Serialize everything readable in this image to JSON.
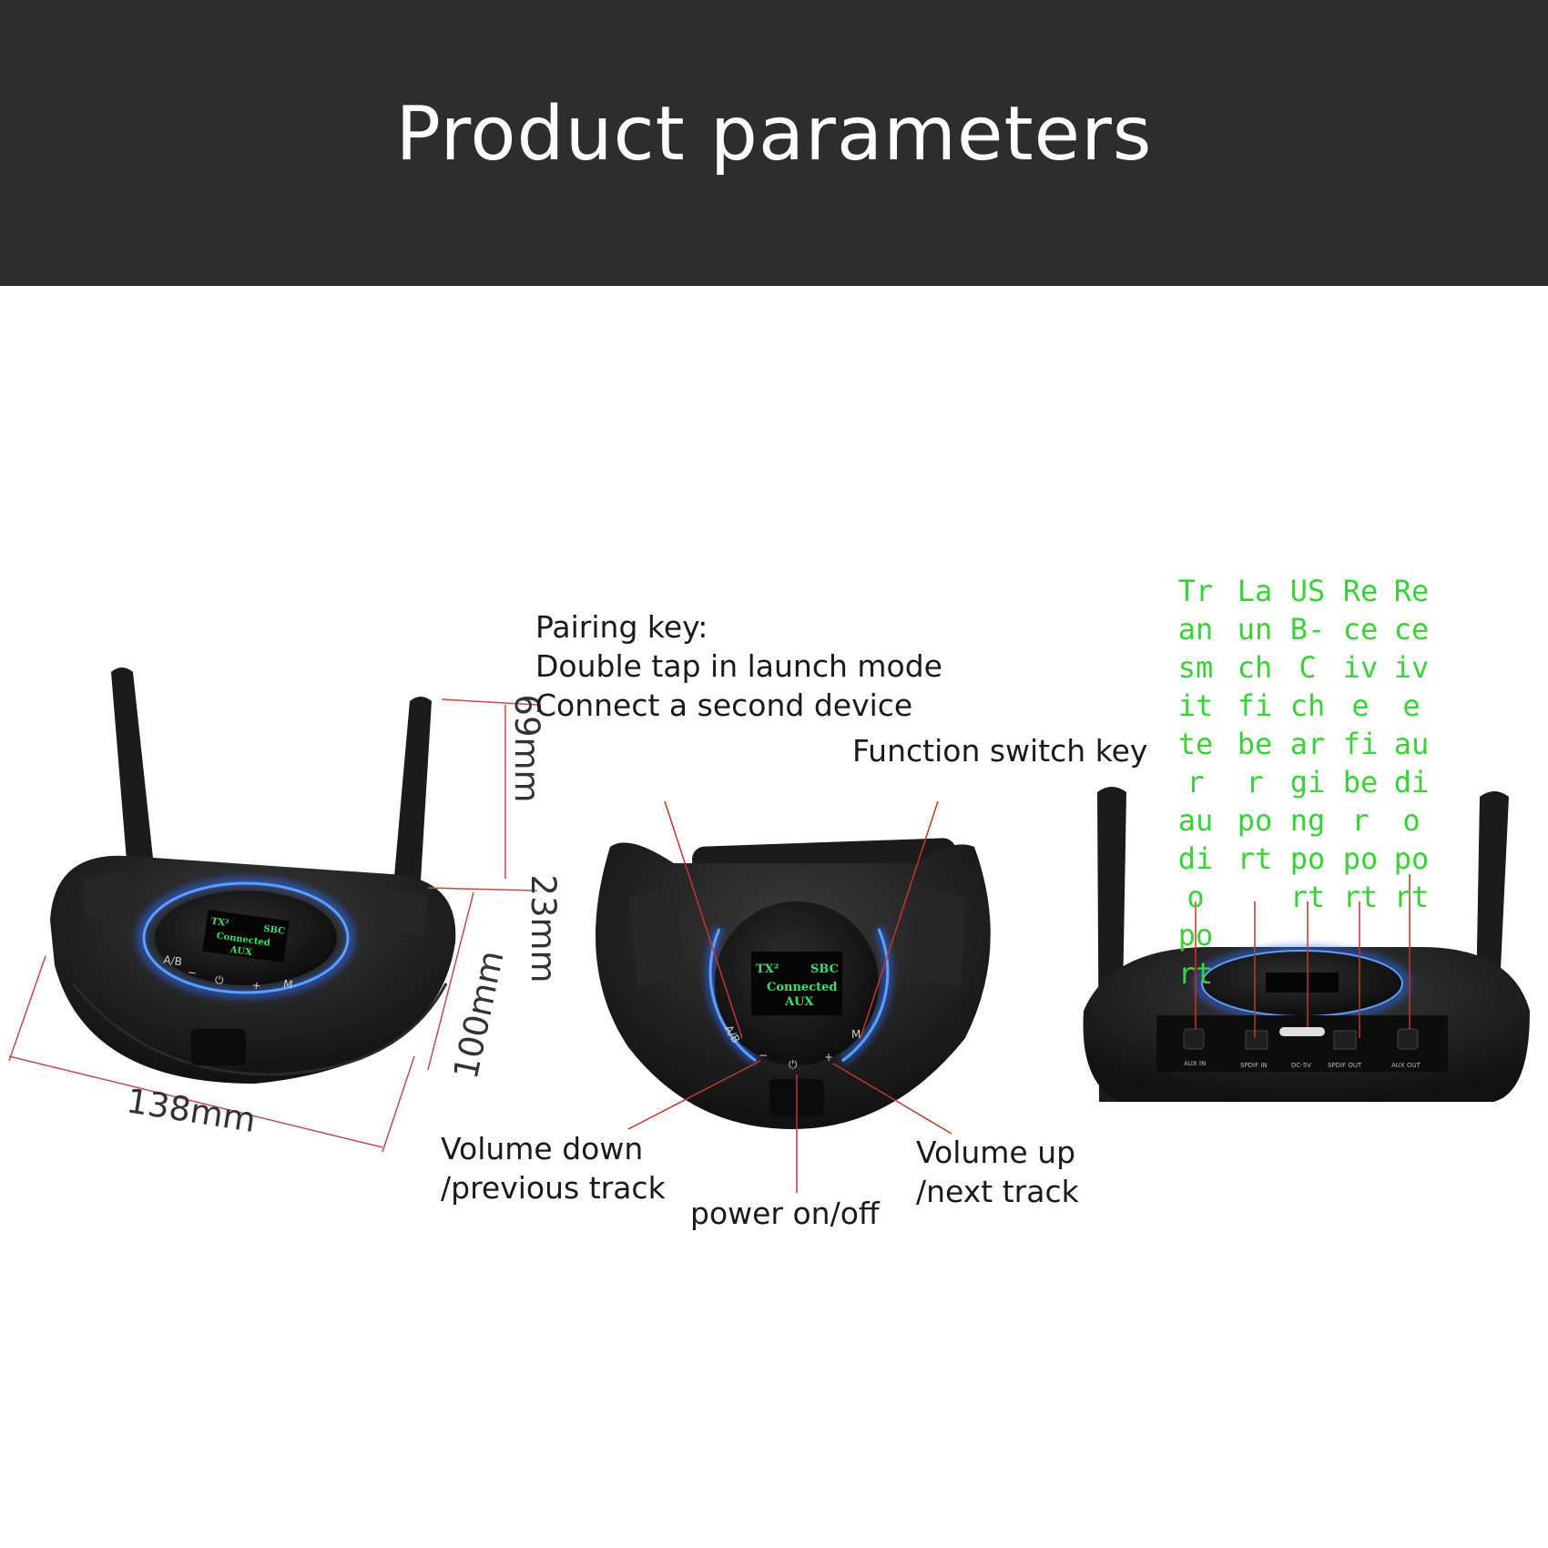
{
  "title": "Product parameters",
  "annotations": {
    "pairing_line1": "Pairing key:",
    "pairing_line2": "Double tap in launch mode",
    "pairing_line3": "Connect a second device",
    "function_switch": "Function switch key",
    "volume_down_line1": "Volume down",
    "volume_down_line2": "/previous track",
    "power": "power on/off",
    "volume_up_line1": "Volume up",
    "volume_up_line2": "/next track"
  },
  "dimensions": {
    "height_antenna": "69mm",
    "height_body": "23mm",
    "depth": "100mm",
    "width": "138mm"
  },
  "display": {
    "tx": "TX²",
    "codec": "SBC",
    "status": "Connected",
    "source": "AUX"
  },
  "buttons": {
    "ab": "A/B",
    "minus": "−",
    "power": "⏻",
    "plus": "+",
    "mode": "M"
  },
  "rear_ports": {
    "aux_in": "AUX IN",
    "spdif_in": "SPDIF IN",
    "dc": "DC-5V",
    "spdif_out": "SPDIF OUT",
    "aux_out": "AUX OUT"
  },
  "port_labels": [
    "Transmitter audio port",
    "Launch fiber port",
    "USB-C charging port",
    "Receive fiber port",
    "Receive audio port"
  ],
  "colors": {
    "header_bg": "#2d2d2d",
    "port_label": "#3bd13b",
    "glow": "#2f6bff",
    "leader_red": "#c0392b"
  }
}
